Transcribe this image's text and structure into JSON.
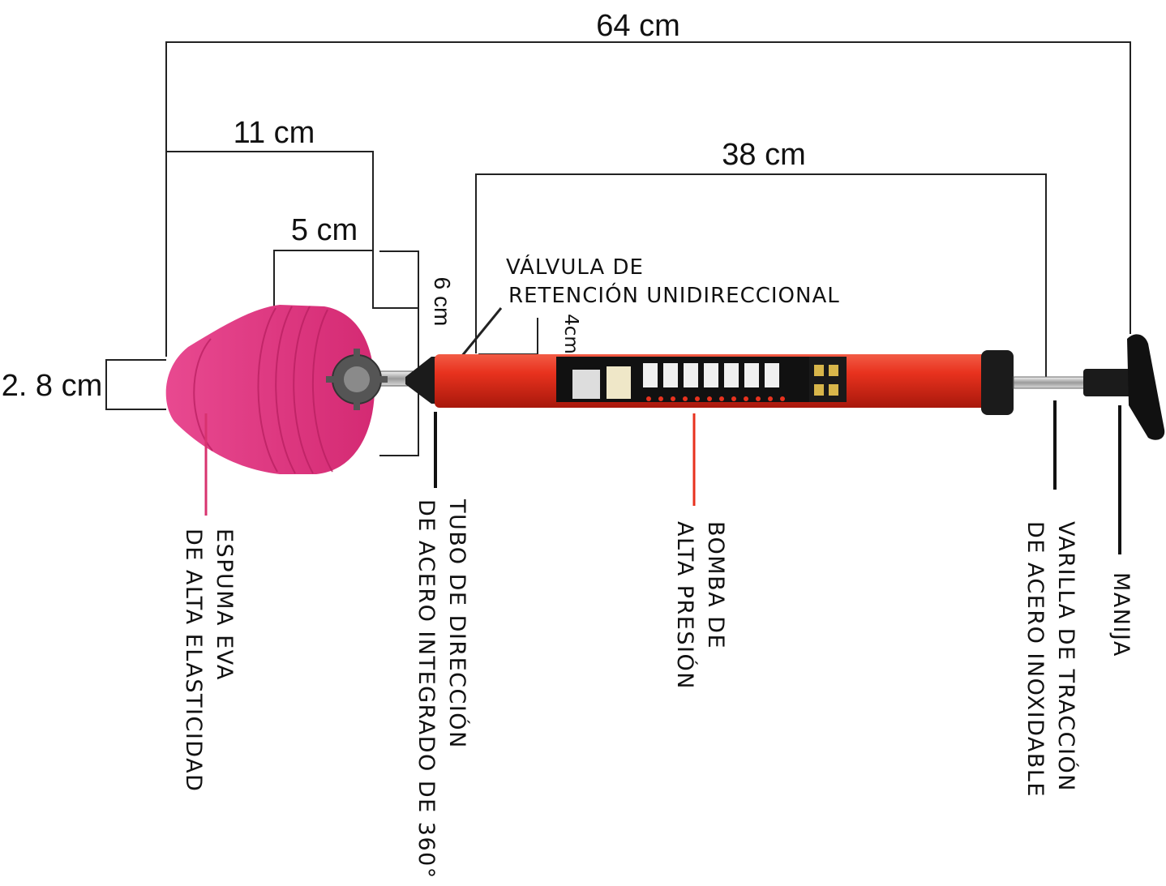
{
  "dimensions": {
    "total": "64 cm",
    "foam_length": "11 cm",
    "foam_front": "5 cm",
    "pump_length": "38 cm",
    "foam_height": "6 cm",
    "tube_diameter": "2. 8 cm",
    "pump_diameter": "4cm"
  },
  "labels": {
    "valve_line1": "VÁLVULA DE",
    "valve_line2": "RETENCIÓN UNIDIRECCIONAL",
    "foam_line1": "ESPUMA EVA",
    "foam_line2": "DE ALTA ELASTICIDAD",
    "tube_line1": "TUBO DE DIRECCIÓN",
    "tube_line2": "DE ACERO INTEGRADO DE 360°",
    "pump_line1": "BOMBA DE",
    "pump_line2": "ALTA PRESIÓN",
    "rod_line1": "VARILLA DE TRACCIÓN",
    "rod_line2": "DE ACERO INOXIDABLE",
    "handle": "MANIJA"
  },
  "colors": {
    "foam": "#e0357f",
    "pump_body": "#e8321e",
    "label_band": "#111111",
    "foam_pointer": "#d8336f",
    "pump_pointer": "#e8321e"
  }
}
